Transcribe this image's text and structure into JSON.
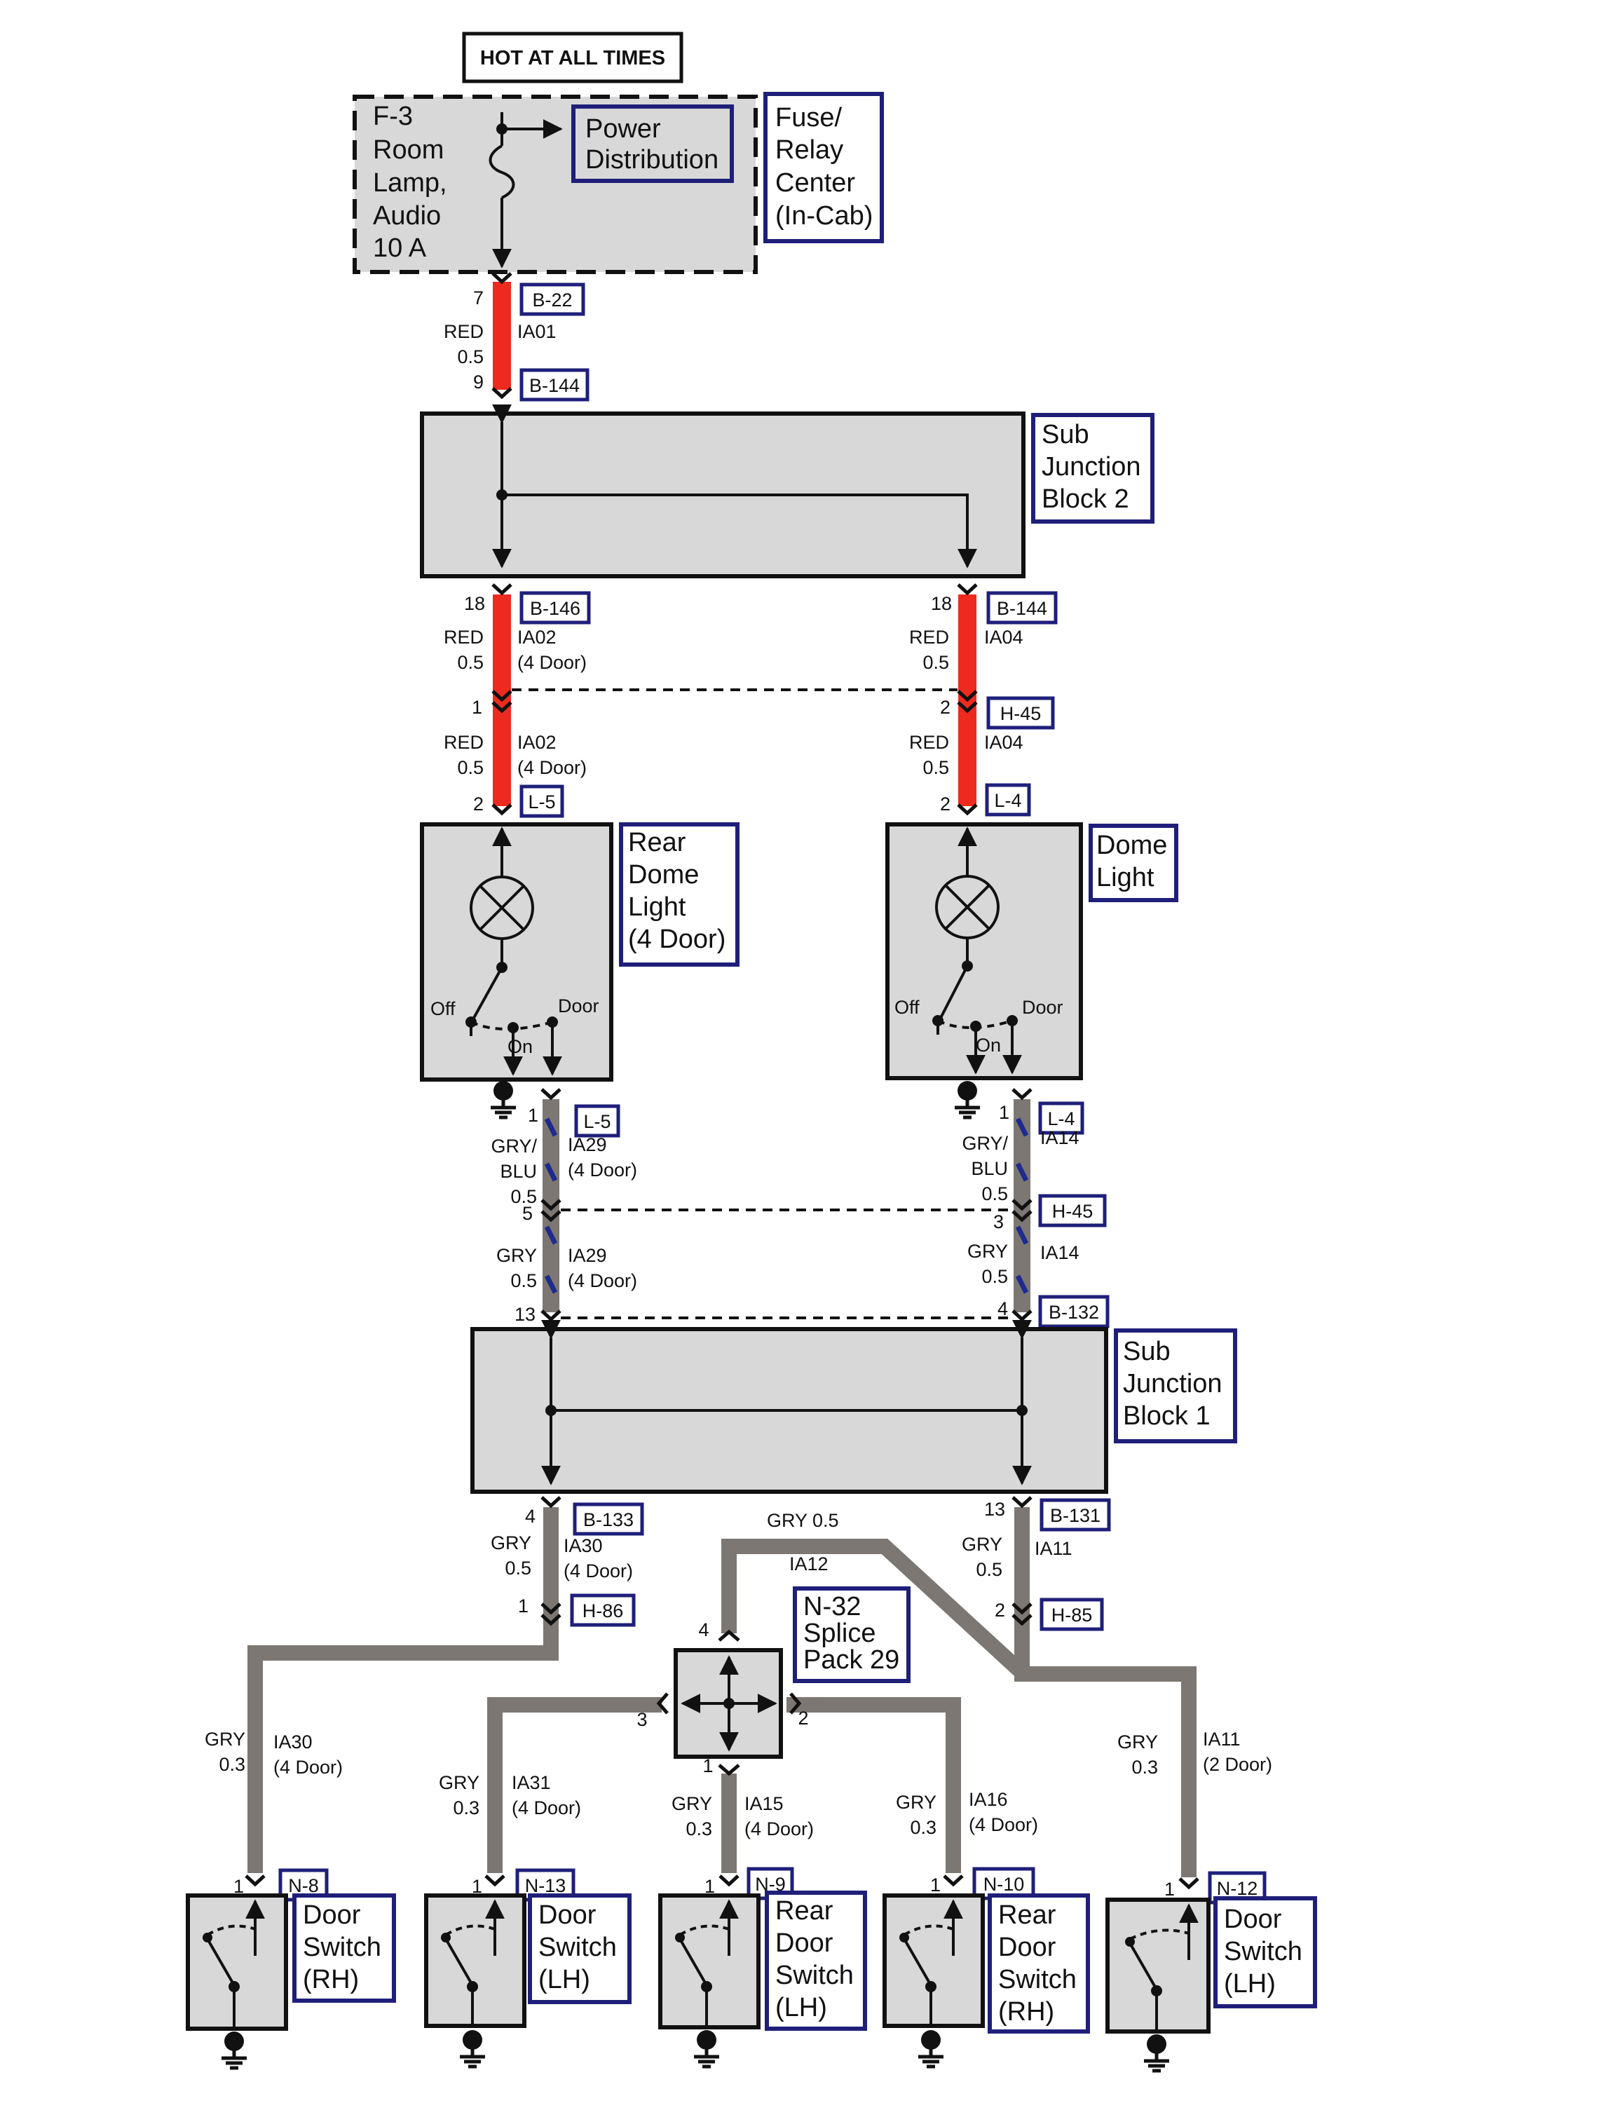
{
  "header": {
    "hot_label": "HOT AT ALL TIMES"
  },
  "colors": {
    "red_wire": "#ee2a1f",
    "gray_wire": "#7c7772",
    "stripe": "#1e2a8c",
    "label_border": "#1f1f7a",
    "box_fill": "#d8d8d8",
    "outline": "#111111"
  },
  "fuse_center": {
    "fuse_lines": [
      "F-3",
      "Room",
      "Lamp,",
      "Audio",
      "10 A"
    ],
    "power_distribution": [
      "Power",
      "Distribution"
    ],
    "name_lines": [
      "Fuse/",
      "Relay",
      "Center",
      "(In-Cab)"
    ]
  },
  "sub_junction_block_2": {
    "name_lines": [
      "Sub",
      "Junction",
      "Block 2"
    ]
  },
  "sub_junction_block_1": {
    "name_lines": [
      "Sub",
      "Junction",
      "Block 1"
    ]
  },
  "rear_dome_light": {
    "name_lines": [
      "Rear",
      "Dome",
      "Light",
      "(4 Door)"
    ],
    "switch_off": "Off",
    "switch_on": "On",
    "switch_door": "Door"
  },
  "dome_light": {
    "name_lines": [
      "Dome",
      "Light"
    ],
    "switch_off": "Off",
    "switch_on": "On",
    "switch_door": "Door"
  },
  "splice_pack": {
    "name_lines": [
      "N-32",
      "Splice",
      "Pack 29"
    ]
  },
  "connectors": {
    "b22": "B-22",
    "b144_top": "B-144",
    "b146": "B-146",
    "b144_right": "B-144",
    "h45_top": "H-45",
    "l5_top": "L-5",
    "l4_top": "L-4",
    "l5_bottom": "L-5",
    "l4_bottom": "L-4",
    "h45_bottom": "H-45",
    "b132": "B-132",
    "b133": "B-133",
    "b131": "B-131",
    "h86": "H-86",
    "h85": "H-85",
    "n8": "N-8",
    "n13": "N-13",
    "n9": "N-9",
    "n10": "N-10",
    "n12": "N-12"
  },
  "pins": {
    "p7": "7",
    "p9": "9",
    "p18_left": "18",
    "p18_right": "18",
    "p1_h45": "1",
    "p2_h45": "2",
    "p2_l5": "2",
    "p2_l4": "2",
    "p1_l5": "1",
    "p1_l4": "1",
    "p5": "5",
    "p3": "3",
    "p13_left": "13",
    "p4_right": "4",
    "p4_b133": "4",
    "p13_b131": "13",
    "p1_h86": "1",
    "p2_h85": "2",
    "splice_4": "4",
    "splice_3": "3",
    "splice_2": "2",
    "splice_1": "1",
    "n8_pin": "1",
    "n13_pin": "1",
    "n9_pin": "1",
    "n10_pin": "1",
    "n12_pin": "1"
  },
  "wires": {
    "ia01": {
      "color": "RED",
      "size": "0.5",
      "circuit": "IA01"
    },
    "ia02_a": {
      "color": "RED",
      "size": "0.5",
      "circuit": "IA02",
      "note": "(4 Door)"
    },
    "ia02_b": {
      "color": "RED",
      "size": "0.5",
      "circuit": "IA02",
      "note": "(4 Door)"
    },
    "ia04_a": {
      "color": "RED",
      "size": "0.5",
      "circuit": "IA04"
    },
    "ia04_b": {
      "color": "RED",
      "size": "0.5",
      "circuit": "IA04"
    },
    "ia29_a": {
      "color_1": "GRY/",
      "color_2": "BLU",
      "size": "0.5",
      "circuit": "IA29",
      "note": "(4 Door)"
    },
    "ia29_b": {
      "color": "GRY",
      "size": "0.5",
      "circuit": "IA29",
      "note": "(4 Door)"
    },
    "ia14_a": {
      "color_1": "GRY/",
      "color_2": "BLU",
      "size": "0.5",
      "circuit": "IA14"
    },
    "ia14_b": {
      "color": "GRY",
      "size": "0.5",
      "circuit": "IA14"
    },
    "ia30_a": {
      "color": "GRY",
      "size": "0.5",
      "circuit": "IA30",
      "note": "(4 Door)"
    },
    "ia11_a": {
      "color": "GRY",
      "size": "0.5",
      "circuit": "IA11"
    },
    "ia12": {
      "color_size": "GRY 0.5",
      "circuit": "IA12"
    },
    "ia30_b": {
      "color": "GRY",
      "size": "0.3",
      "circuit": "IA30",
      "note": "(4 Door)"
    },
    "ia31": {
      "color": "GRY",
      "size": "0.3",
      "circuit": "IA31",
      "note": "(4 Door)"
    },
    "ia15": {
      "color": "GRY",
      "size": "0.3",
      "circuit": "IA15",
      "note": "(4 Door)"
    },
    "ia16": {
      "color": "GRY",
      "size": "0.3",
      "circuit": "IA16",
      "note": "(4 Door)"
    },
    "ia11_b": {
      "color": "GRY",
      "size": "0.3",
      "circuit": "IA11",
      "note": "(2 Door)"
    }
  },
  "switches": {
    "door_switch_rh": [
      "Door",
      "Switch",
      "(RH)"
    ],
    "door_switch_lh": [
      "Door",
      "Switch",
      "(LH)"
    ],
    "rear_door_switch_lh": [
      "Rear",
      "Door",
      "Switch",
      "(LH)"
    ],
    "rear_door_switch_rh": [
      "Rear",
      "Door",
      "Switch",
      "(RH)"
    ],
    "door_switch_lh_2door": [
      "Door",
      "Switch",
      "(LH)"
    ]
  }
}
